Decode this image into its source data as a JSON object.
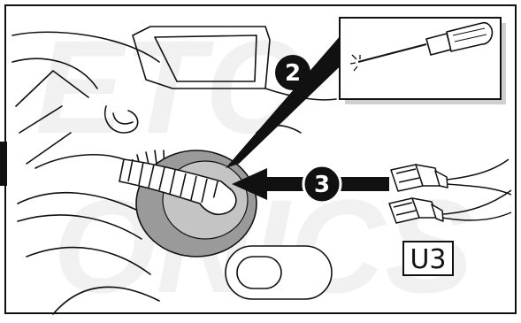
{
  "steps": [
    {
      "number": "2",
      "action": "screwdriver-pry"
    },
    {
      "number": "3",
      "action": "insert-connector"
    }
  ],
  "label": "U3",
  "icons": [
    "screwdriver-icon",
    "connector-plug-icon"
  ],
  "colors": {
    "ink": "#111111",
    "grommet_fill": "#9a9a9a",
    "grommet_inner": "#c4c4c4",
    "panel_shadow": "#cfcfcf",
    "background": "#ffffff"
  }
}
